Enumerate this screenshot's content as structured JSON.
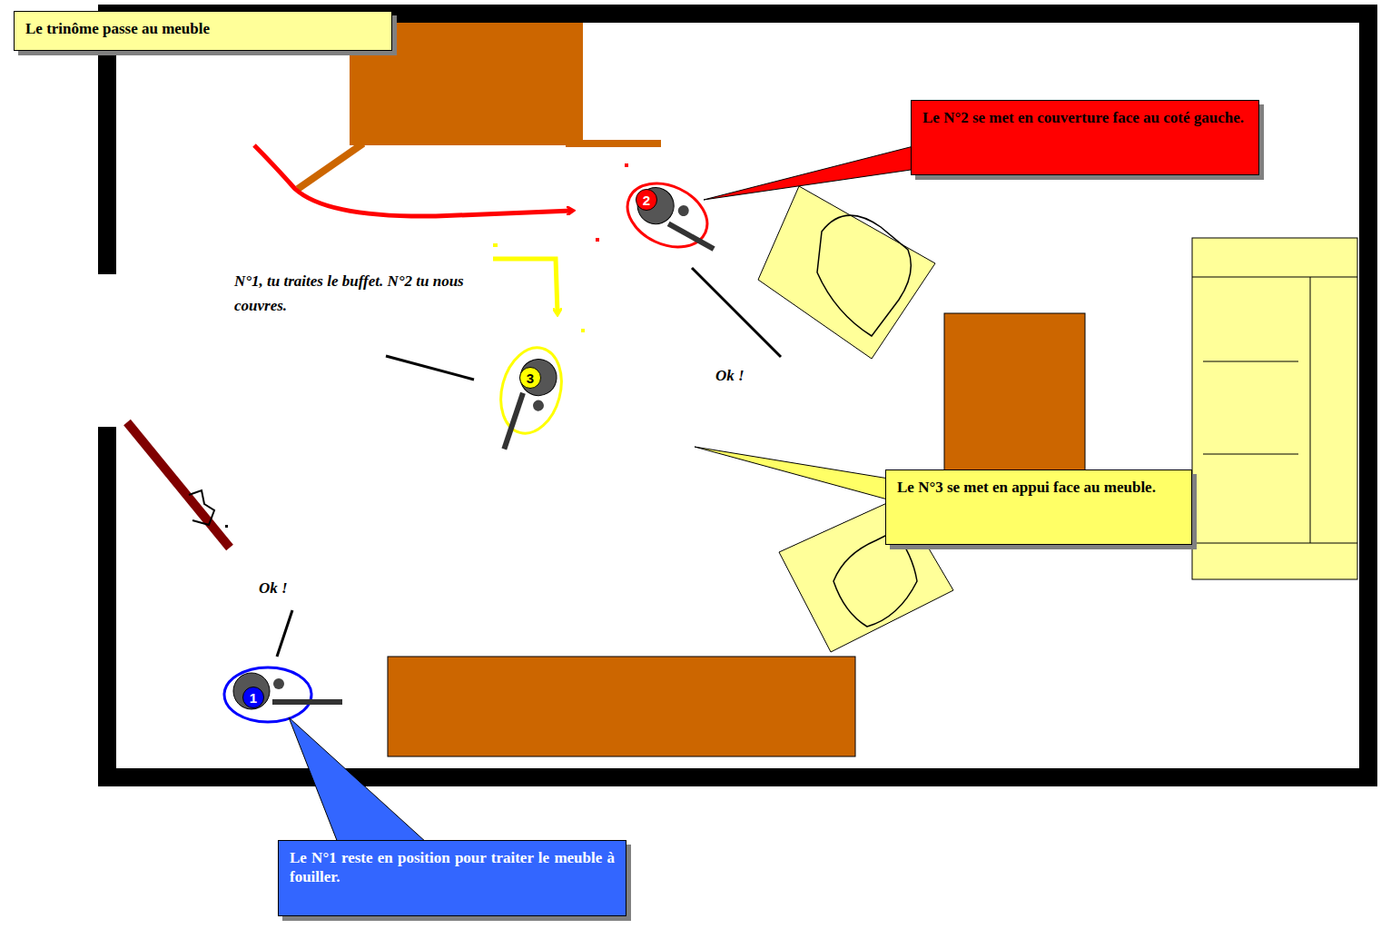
{
  "diagram": {
    "nodes": [
      {
        "text": [
          "Le trinôme passe au meuble"
        ]
      },
      {
        "text": [
          "Le N°2 se met en couverture face au coté gauche."
        ]
      },
      {
        "text": [
          "Le N°3 se met en appui face au meuble."
        ]
      },
      {
        "text": [
          "Le N°1 reste en position pour traiter le meuble à fouiller."
        ]
      },
      {
        "text": [
          "2"
        ]
      },
      {
        "text": [
          "3"
        ]
      },
      {
        "text": [
          "1"
        ]
      }
    ],
    "labels": [
      "N°1, tu traites le buffet. N°2 tu nous couvres.",
      "Ok !",
      "Ok !"
    ]
  }
}
